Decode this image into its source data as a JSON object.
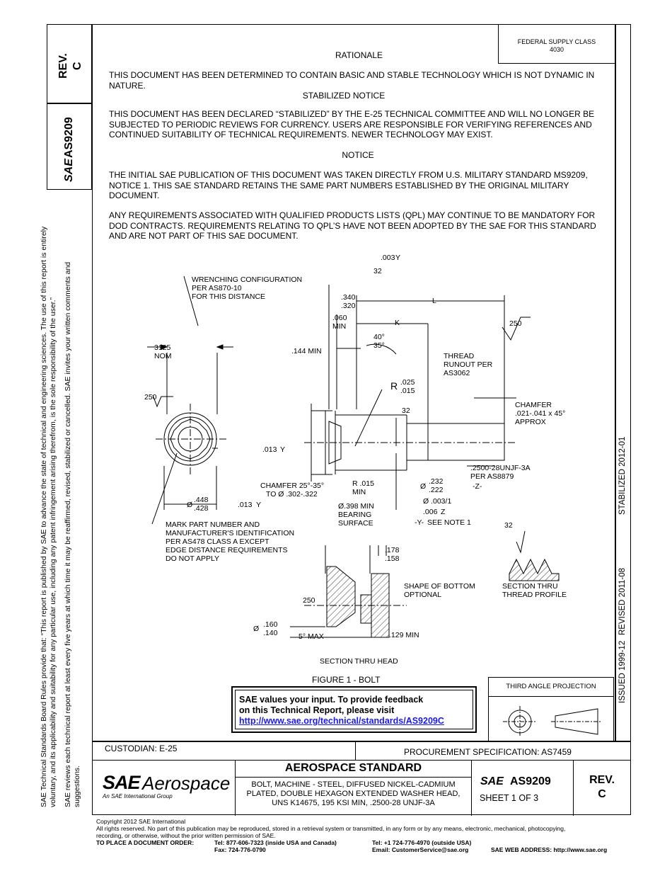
{
  "left_tab": {
    "rev_label": "REV.",
    "rev_value": "C",
    "doc_number": "AS9209",
    "logo_text": "SAE"
  },
  "side_notes": {
    "rules_1": "SAE Technical Standards Board Rules provide that: “This report is published by SAE to advance the state of technical and engineering sciences. The use of this report is entirely",
    "rules_2": "voluntary, and its applicability and suitability for any particular use, including any patent infringement arising therefrom, is the sole responsibility of the user.”",
    "review_1": "SAE reviews each technical report at least every five years at which time it may be reaffirmed, revised, stabilized or cancelled. SAE invites your written comments and",
    "review_2": "suggestions."
  },
  "fed_supply": {
    "line1": "FEDERAL SUPPLY CLASS",
    "line2": "4030"
  },
  "right_strip": {
    "issued": "ISSUED 1999-12",
    "revised": "REVISED 2011-08",
    "stabilized": "STABILIZED 2012-01"
  },
  "body": {
    "rationale_heading": "RATIONALE",
    "rationale_text": "THIS DOCUMENT HAS BEEN DETERMINED TO CONTAIN BASIC AND STABLE TECHNOLOGY WHICH IS NOT DYNAMIC IN NATURE.",
    "stabilized_heading": "STABILIZED NOTICE",
    "stabilized_text": "THIS DOCUMENT HAS BEEN DECLARED “STABILIZED” BY THE E-25 TECHNICAL COMMITTEE AND WILL NO LONGER BE SUBJECTED TO PERIODIC REVIEWS FOR CURRENCY.  USERS ARE RESPONSIBLE FOR VERIFYING REFERENCES AND CONTINUED SUITABILITY OF TECHNICAL REQUIREMENTS.  NEWER TECHNOLOGY MAY EXIST.",
    "notice_heading": "NOTICE",
    "notice_text_1": "THE INITIAL SAE PUBLICATION OF THIS DOCUMENT WAS TAKEN DIRECTLY FROM U.S. MILITARY STANDARD MS9209, NOTICE 1.  THIS SAE STANDARD RETAINS THE SAME PART NUMBERS ESTABLISHED BY THE ORIGINAL MILITARY DOCUMENT.",
    "notice_text_2": "ANY REQUIREMENTS ASSOCIATED WITH QUALIFIED PRODUCTS LISTS (QPL) MAY CONTINUE TO BE MANDATORY FOR DOD CONTRACTS.  REQUIREMENTS RELATING TO QPL’S HAVE NOT BEEN ADOPTED BY THE SAE FOR THIS STANDARD AND ARE NOT PART OF THIS SAE DOCUMENT."
  },
  "drawing": {
    "wrenching": [
      "WRENCHING CONFIGURATION",
      "PER AS870-10",
      "FOR THIS DISTANCE"
    ],
    "dim_3125": [
      "3125",
      "NOM"
    ],
    "dim_144": ".144 MIN",
    "dim_340": ".340",
    "dim_320": ".320",
    "dim_060": [
      ".060",
      "MIN"
    ],
    "dim_L": "L",
    "dim_K": "K",
    "angle_40": "40°",
    "angle_35": "35°",
    "thread_runout": [
      "THREAD",
      "RUNOUT PER",
      "AS3062"
    ],
    "radius_R": "R",
    "radius_025": ".025",
    "radius_015": ".015",
    "finish_250": "250",
    "finish_32": "32",
    "perp_tol": ".003",
    "perp_datum": "Y",
    "chamfer_right": [
      "CHAMFER",
      ".021-.041 x 45°",
      "APPROX"
    ],
    "runout_013": ".013",
    "runout_datum": "Y",
    "thread_spec": [
      ".2500-28UNJF-3A",
      "PER AS8879"
    ],
    "datum_Z": "-Z-",
    "chamfer_head": [
      "CHAMFER 25°-35°",
      "TO Ø .302-.322"
    ],
    "fillet_R015": [
      "R .015",
      "MIN"
    ],
    "shank_232": ".232",
    "shank_222": ".222",
    "dia_symbol": "Ø",
    "dia_448": ".448",
    "dia_428": ".428",
    "bearing": [
      "Ø.398 MIN",
      "BEARING",
      "SURFACE"
    ],
    "fcf_003": "Ø .003/1",
    "fcf_006": ".006",
    "fcf_006_datum": "Z",
    "datum_Y_note": "-Y-",
    "see_note": "SEE NOTE 1",
    "mark_note": [
      "MARK PART NUMBER AND",
      "MANUFACTURER'S IDENTIFICATION",
      "PER AS478 CLASS A EXCEPT",
      "EDGE DISTANCE REQUIREMENTS",
      "DO NOT APPLY"
    ],
    "dim_178": ".178",
    "dim_158": ".158",
    "shape_bottom": [
      "SHAPE OF BOTTOM",
      "OPTIONAL"
    ],
    "section_thread": [
      "SECTION THRU",
      "THREAD PROFILE"
    ],
    "dia_160": ".160",
    "dia_140": ".140",
    "max_5": "5° MAX",
    "dim_129": ".129 MIN",
    "section_head": "SECTION THRU HEAD",
    "figure_caption": "FIGURE 1 - BOLT"
  },
  "feedback": {
    "line1": "SAE values your input. To provide feedback",
    "line2": "on this Technical Report, please visit",
    "link": "http://www.sae.org/technical/standards/AS9209C"
  },
  "third_angle": "THIRD ANGLE PROJECTION",
  "title_block": {
    "custodian": "CUSTODIAN: E-25",
    "procurement": "PROCUREMENT SPECIFICATION: AS7459",
    "logo_main": "SAE",
    "logo_word": "Aerospace",
    "logo_sub": "An SAE International Group",
    "standard_type": "AEROSPACE STANDARD",
    "title_1": "BOLT, MACHINE - STEEL, DIFFUSED NICKEL-CADMIUM",
    "title_2": "PLATED, DOUBLE HEXAGON EXTENDED WASHER HEAD,",
    "title_3": "UNS K14675, 195 KSI MIN, .2500-28 UNJF-3A",
    "doc_logo": "SAE",
    "doc_number": "AS9209",
    "sheet": "SHEET 1 OF 3",
    "rev_label": "REV.",
    "rev_value": "C"
  },
  "footer": {
    "copyright": "Copyright 2012 SAE International",
    "rights_1": "All rights reserved. No part of this publication may be reproduced, stored in a retrieval system or transmitted, in any form or by any means, electronic, mechanical, photocopying,",
    "rights_2": "recording, or otherwise, without the prior written permission of SAE.",
    "order_label": "TO PLACE A DOCUMENT ORDER:",
    "tel_us": "Tel: 877-606-7323 (inside USA and Canada)",
    "fax": "Fax: 724-776-0790",
    "tel_intl": "Tel: +1 724-776-4970 (outside USA)",
    "email": "Email: CustomerService@sae.org",
    "web": "SAE WEB ADDRESS: http://www.sae.org"
  }
}
